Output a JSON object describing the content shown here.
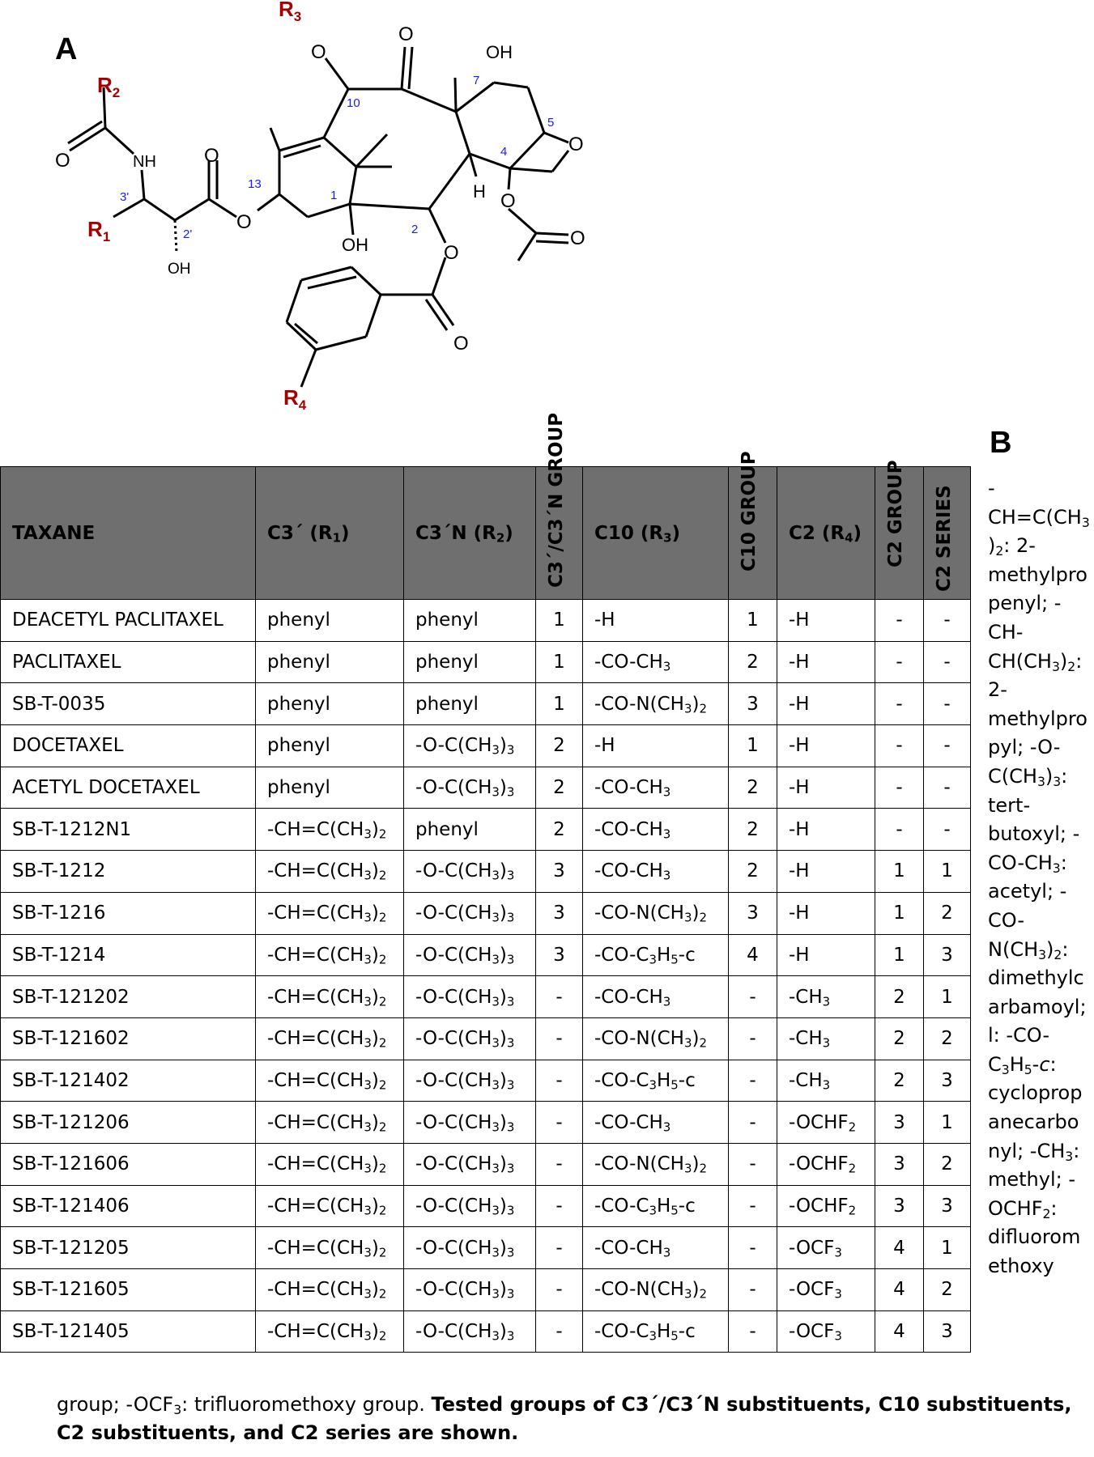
{
  "panel_a_label": "A",
  "panel_b_label": "B",
  "structure_labels": {
    "r1": "R",
    "r1_sub": "1",
    "r2": "R",
    "r2_sub": "2",
    "r3": "R",
    "r3_sub": "3",
    "r4": "R",
    "r4_sub": "4",
    "nh": "NH",
    "oh_side": "OH",
    "oh_c1": "OH",
    "oh_c7": "OH",
    "h": "H",
    "o": "O",
    "pos_3p": "3'",
    "pos_2p": "2'",
    "pos_13": "13",
    "pos_10": "10",
    "pos_1": "1",
    "pos_2": "2",
    "pos_7": "7",
    "pos_5": "5",
    "pos_4": "4"
  },
  "colors": {
    "r_group": "#a50000",
    "locant": "#1a1aff",
    "header_bg": "#6f6f6f"
  },
  "table": {
    "headers": {
      "taxane": "TAXANE",
      "c3": "C3´ (R",
      "c3_sub": "1",
      "c3n": "C3´N (R",
      "c3n_sub": "2",
      "c3_group": "C3´/C3´N GROUP",
      "c10": "C10 (R",
      "c10_sub": "3",
      "c10_group": "C10 GROUP",
      "c2": "C2 (R",
      "c2_sub": "4",
      "c2_group": "C2 GROUP",
      "c2_series": "C2 SERIES"
    },
    "rows": [
      {
        "taxane": "DEACETYL PACLITAXEL",
        "c3": "phenyl",
        "c3n": "phenyl",
        "g1": "1",
        "c10": "-H",
        "g10": "1",
        "c2": "-H",
        "g2": "-",
        "s2": "-"
      },
      {
        "taxane": "PACLITAXEL",
        "c3": "phenyl",
        "c3n": "phenyl",
        "g1": "1",
        "c10": "-CO-CH<sub>3</sub>",
        "g10": "2",
        "c2": "-H",
        "g2": "-",
        "s2": "-"
      },
      {
        "taxane": "SB-T-0035",
        "c3": "phenyl",
        "c3n": "phenyl",
        "g1": "1",
        "c10": "-CO-N(CH<sub>3</sub>)<sub>2</sub>",
        "g10": "3",
        "c2": "-H",
        "g2": "-",
        "s2": "-"
      },
      {
        "taxane": "DOCETAXEL",
        "c3": "phenyl",
        "c3n": "-O-C(CH<sub>3</sub>)<sub>3</sub>",
        "g1": "2",
        "c10": "-H",
        "g10": "1",
        "c2": "-H",
        "g2": "-",
        "s2": "-"
      },
      {
        "taxane": "ACETYL DOCETAXEL",
        "c3": "phenyl",
        "c3n": "-O-C(CH<sub>3</sub>)<sub>3</sub>",
        "g1": "2",
        "c10": "-CO-CH<sub>3</sub>",
        "g10": "2",
        "c2": "-H",
        "g2": "-",
        "s2": "-"
      },
      {
        "taxane": "SB-T-1212N1",
        "c3": "-CH=C(CH<sub>3</sub>)<sub>2</sub>",
        "c3n": "phenyl",
        "g1": "2",
        "c10": "-CO-CH<sub>3</sub>",
        "g10": "2",
        "c2": "-H",
        "g2": "-",
        "s2": "-"
      },
      {
        "taxane": "SB-T-1212",
        "c3": "-CH=C(CH<sub>3</sub>)<sub>2</sub>",
        "c3n": "-O-C(CH<sub>3</sub>)<sub>3</sub>",
        "g1": "3",
        "c10": "-CO-CH<sub>3</sub>",
        "g10": "2",
        "c2": "-H",
        "g2": "1",
        "s2": "1"
      },
      {
        "taxane": "SB-T-1216",
        "c3": "-CH=C(CH<sub>3</sub>)<sub>2</sub>",
        "c3n": "-O-C(CH<sub>3</sub>)<sub>3</sub>",
        "g1": "3",
        "c10": "-CO-N(CH<sub>3</sub>)<sub>2</sub>",
        "g10": "3",
        "c2": "-H",
        "g2": "1",
        "s2": "2"
      },
      {
        "taxane": "SB-T-1214",
        "c3": "-CH=C(CH<sub>3</sub>)<sub>2</sub>",
        "c3n": "-O-C(CH<sub>3</sub>)<sub>3</sub>",
        "g1": "3",
        "c10": "-CO-C<sub>3</sub>H<sub>5</sub>-c",
        "g10": "4",
        "c2": "-H",
        "g2": "1",
        "s2": "3"
      },
      {
        "taxane": "SB-T-121202",
        "c3": "-CH=C(CH<sub>3</sub>)<sub>2</sub>",
        "c3n": "-O-C(CH<sub>3</sub>)<sub>3</sub>",
        "g1": "-",
        "c10": "-CO-CH<sub>3</sub>",
        "g10": "-",
        "c2": "-CH<sub>3</sub>",
        "g2": "2",
        "s2": "1"
      },
      {
        "taxane": "SB-T-121602",
        "c3": "-CH=C(CH<sub>3</sub>)<sub>2</sub>",
        "c3n": "-O-C(CH<sub>3</sub>)<sub>3</sub>",
        "g1": "-",
        "c10": "-CO-N(CH<sub>3</sub>)<sub>2</sub>",
        "g10": "-",
        "c2": "-CH<sub>3</sub>",
        "g2": "2",
        "s2": "2"
      },
      {
        "taxane": "SB-T-121402",
        "c3": "-CH=C(CH<sub>3</sub>)<sub>2</sub>",
        "c3n": "-O-C(CH<sub>3</sub>)<sub>3</sub>",
        "g1": "-",
        "c10": "-CO-C<sub>3</sub>H<sub>5</sub>-c",
        "g10": "-",
        "c2": "-CH<sub>3</sub>",
        "g2": "2",
        "s2": "3"
      },
      {
        "taxane": "SB-T-121206",
        "c3": "-CH=C(CH<sub>3</sub>)<sub>2</sub>",
        "c3n": "-O-C(CH<sub>3</sub>)<sub>3</sub>",
        "g1": "-",
        "c10": "-CO-CH<sub>3</sub>",
        "g10": "-",
        "c2": "-OCHF<sub>2</sub>",
        "g2": "3",
        "s2": "1"
      },
      {
        "taxane": "SB-T-121606",
        "c3": "-CH=C(CH<sub>3</sub>)<sub>2</sub>",
        "c3n": "-O-C(CH<sub>3</sub>)<sub>3</sub>",
        "g1": "-",
        "c10": "-CO-N(CH<sub>3</sub>)<sub>2</sub>",
        "g10": "-",
        "c2": "-OCHF<sub>2</sub>",
        "g2": "3",
        "s2": "2"
      },
      {
        "taxane": "SB-T-121406",
        "c3": "-CH=C(CH<sub>3</sub>)<sub>2</sub>",
        "c3n": "-O-C(CH<sub>3</sub>)<sub>3</sub>",
        "g1": "-",
        "c10": "-CO-C<sub>3</sub>H<sub>5</sub>-c",
        "g10": "-",
        "c2": "-OCHF<sub>2</sub>",
        "g2": "3",
        "s2": "3"
      },
      {
        "taxane": "SB-T-121205",
        "c3": "-CH=C(CH<sub>3</sub>)<sub>2</sub>",
        "c3n": "-O-C(CH<sub>3</sub>)<sub>3</sub>",
        "g1": "-",
        "c10": "-CO-CH<sub>3</sub>",
        "g10": "-",
        "c2": "-OCF<sub>3</sub>",
        "g2": "4",
        "s2": "1"
      },
      {
        "taxane": "SB-T-121605",
        "c3": "-CH=C(CH<sub>3</sub>)<sub>2</sub>",
        "c3n": "-O-C(CH<sub>3</sub>)<sub>3</sub>",
        "g1": "-",
        "c10": "-CO-N(CH<sub>3</sub>)<sub>2</sub>",
        "g10": "-",
        "c2": "-OCF<sub>3</sub>",
        "g2": "4",
        "s2": "2"
      },
      {
        "taxane": "SB-T-121405",
        "c3": "-CH=C(CH<sub>3</sub>)<sub>2</sub>",
        "c3n": "-O-C(CH<sub>3</sub>)<sub>3</sub>",
        "g1": "-",
        "c10": "-CO-C<sub>3</sub>H<sub>5</sub>-c",
        "g10": "-",
        "c2": "-OCF<sub>3</sub>",
        "g2": "4",
        "s2": "3"
      }
    ]
  },
  "sidebar_lines": [
    "-",
    "CH=C(CH<sub>3</sub>",
    ")<sub>2</sub>: 2-",
    "methylpro",
    "penyl; -",
    "CH-",
    "CH(CH<sub>3</sub>)<sub>2</sub>:",
    "2-",
    "methylpro",
    "pyl; -O-",
    "C(CH<sub>3</sub>)<sub>3</sub>:",
    "tert-",
    "butoxyl; -",
    "CO-CH<sub>3</sub>:",
    "acetyl; -",
    "CO-",
    "N(CH<sub>3</sub>)<sub>2</sub>:",
    "dimethylc",
    "arbamoyl;",
    "l: -CO-",
    "C<sub>3</sub>H<sub>5</sub>-<i>c</i>:",
    "cycloprop",
    "anecarbo",
    "nyl; -CH<sub>3</sub>:",
    "methyl; -",
    "OCHF<sub>2</sub>:",
    "difluorom",
    "ethoxy"
  ],
  "caption_plain": "group; -OCF<sub>3</sub>: trifluoromethoxy group. ",
  "caption_bold": "Tested groups of C3´/C3´N substituents, C10 substituents, C2 substituents, and C2 series are shown."
}
